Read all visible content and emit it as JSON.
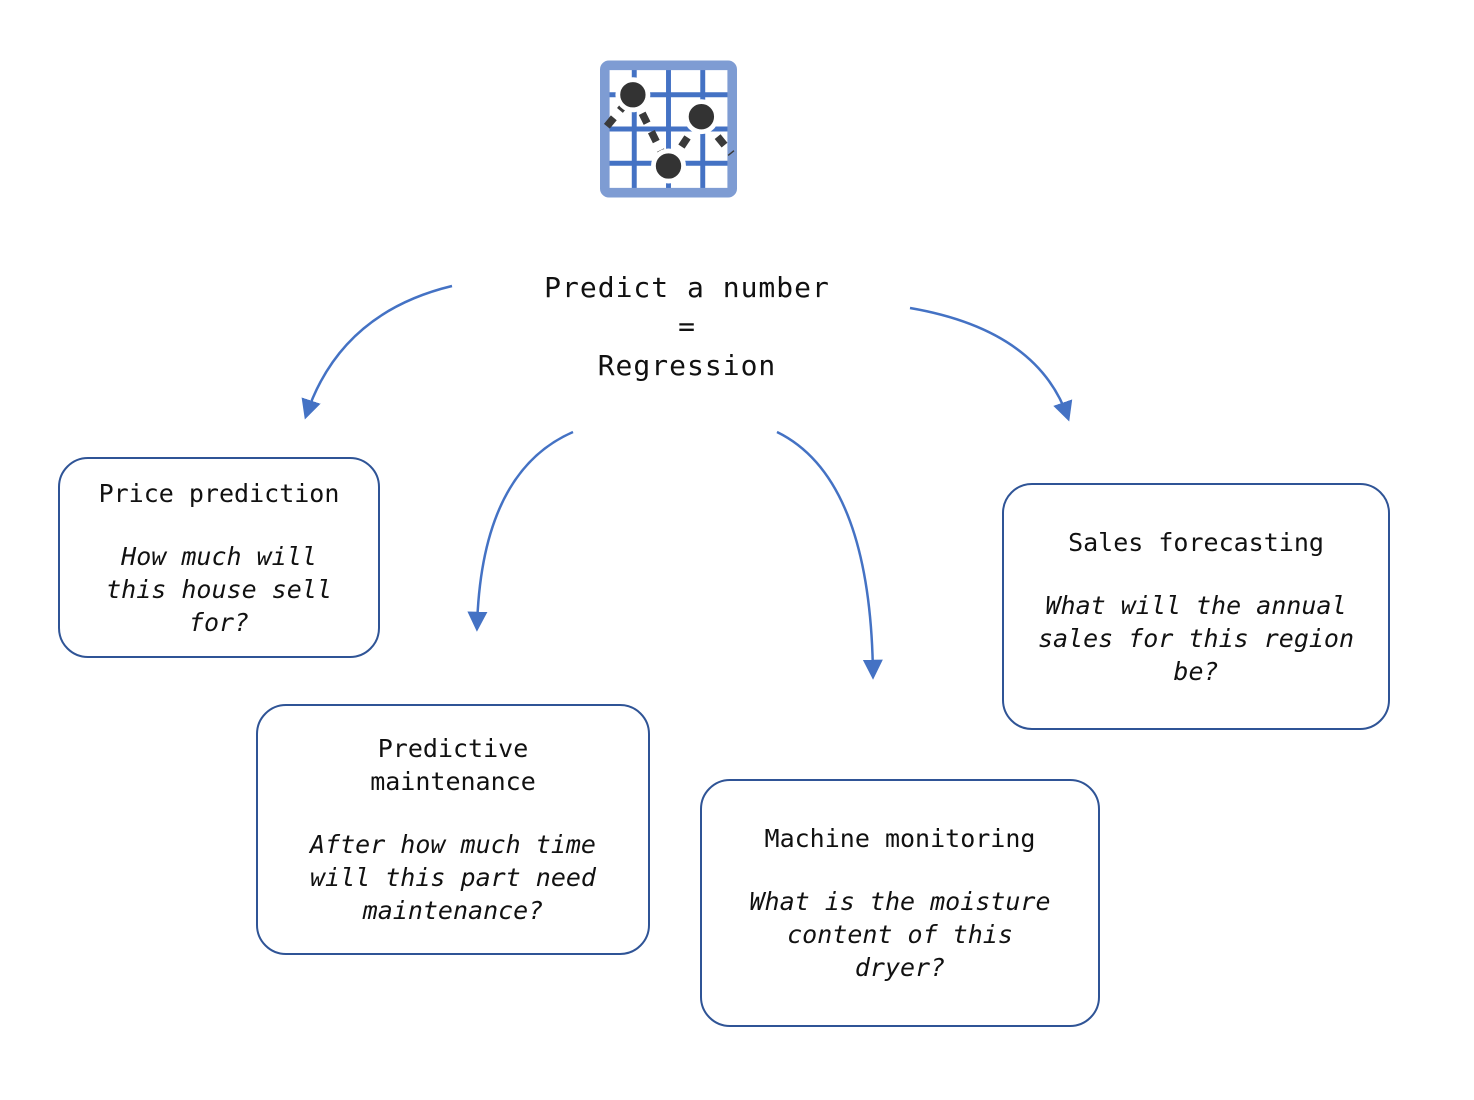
{
  "diagram": {
    "center": {
      "text": "Predict a number\n=\nRegression"
    },
    "icon": {
      "name": "line-chart-icon"
    },
    "nodes": {
      "price_prediction": {
        "title": "Price prediction",
        "question": "How much will\nthis house sell\nfor?"
      },
      "predictive_maintenance": {
        "title": "Predictive\nmaintenance",
        "question": "After how much time\nwill this part need\nmaintenance?"
      },
      "machine_monitoring": {
        "title": "Machine monitoring",
        "question": "What is the moisture\ncontent of this\ndryer?"
      },
      "sales_forecasting": {
        "title": "Sales forecasting",
        "question": "What will the annual\nsales for this region\nbe?"
      }
    },
    "colors": {
      "arrow": "#4472C4",
      "box_border": "#2F5496",
      "text": "#111111",
      "icon_border": "#7E9CD3",
      "icon_grid": "#4472C4",
      "icon_dot": "#3A3A3A"
    }
  }
}
